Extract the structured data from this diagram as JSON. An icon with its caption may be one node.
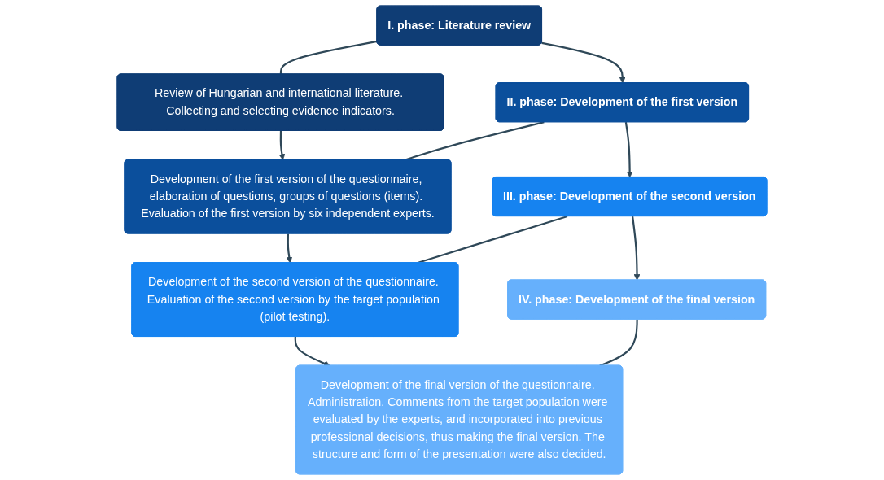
{
  "diagram": {
    "nodes": [
      {
        "text": [
          "I. phase: Literature review"
        ]
      },
      {
        "text": [
          "Review of Hungarian and international literature. Collecting and selecting evidence indicators."
        ]
      },
      {
        "text": [
          "II. phase: Development of the first version"
        ]
      },
      {
        "text": [
          "Development of the first version of the questionnaire, elaboration of questions, groups of questions (items). Evaluation of the first version by six independent experts."
        ]
      },
      {
        "text": [
          "III. phase: Development of the second version"
        ]
      },
      {
        "text": [
          "Development of the second version of the questionnaire. Evaluation of the second version by the target population (pilot testing)."
        ]
      },
      {
        "text": [
          "IV. phase: Development of the final version"
        ]
      },
      {
        "text": [
          "Development of the final version of the questionnaire. Administration. Comments from the target population were evaluated by the experts, and incorporated into previous professional decisions, thus making the final version. The structure and form of the presentation were also decided."
        ]
      }
    ],
    "edges": [
      {
        "from": 0,
        "to": 1,
        "arrow": "none"
      },
      {
        "from": 0,
        "to": 2,
        "arrow": "to"
      },
      {
        "from": 1,
        "to": 3,
        "arrow": "to"
      },
      {
        "from": 2,
        "to": 3,
        "arrow": "none"
      },
      {
        "from": 2,
        "to": 4,
        "arrow": "to"
      },
      {
        "from": 3,
        "to": 5,
        "arrow": "to"
      },
      {
        "from": 4,
        "to": 5,
        "arrow": "none"
      },
      {
        "from": 4,
        "to": 6,
        "arrow": "to"
      },
      {
        "from": 5,
        "to": 7,
        "arrow": "to"
      },
      {
        "from": 6,
        "to": 7,
        "arrow": "none"
      }
    ]
  }
}
